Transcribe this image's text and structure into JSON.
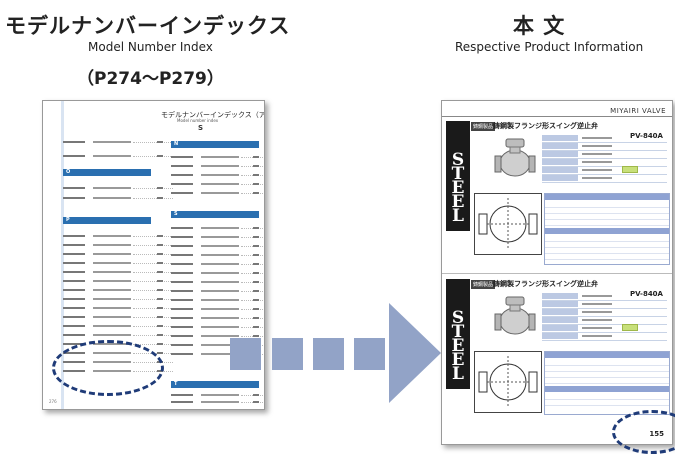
{
  "left": {
    "title_jp": "モデルナンバーインデックス",
    "title_en": "Model Number Index",
    "page_range": "（P274～P279）"
  },
  "right": {
    "title_jp": "本 文",
    "title_en": "Respective Product Information"
  },
  "index_page": {
    "heading": "モデルナンバーインデックス（アルファベット順）",
    "subheading": "Model number index",
    "letter": "S",
    "sections_left": [
      "O",
      "P"
    ],
    "sections_right": [
      "N",
      "S",
      "T"
    ],
    "folio": "276"
  },
  "product_page": {
    "maker": "MIYAIRI VALVE",
    "steel_label": "鋳鋼製品",
    "steel_word": "STEEL",
    "title_top": "鋳鋼製フランジ形スイング逆止弁",
    "title_bottom": "鋳鋼製フランジ形スイング逆止弁",
    "code_top": "PV-840A",
    "code_bottom": "PV-840A",
    "page_number": "155"
  },
  "colors": {
    "arrow": "#92a3c7",
    "dashed_ellipse": "#1f3b78",
    "section_bar": "#2a6fb0",
    "table_header": "#8fa3d3"
  }
}
